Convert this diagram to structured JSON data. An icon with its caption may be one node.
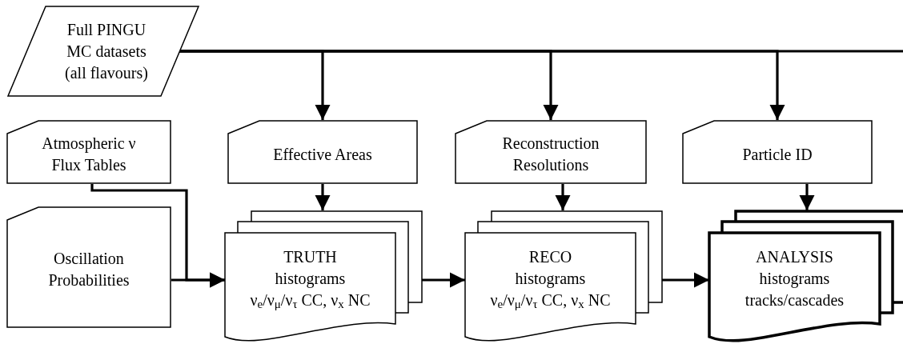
{
  "diagram": {
    "nodes": [
      {
        "text": [
          "Full PINGU MC datasets (all flavours)"
        ]
      },
      {
        "text": [
          "Atmospheric ν Flux Tables"
        ]
      },
      {
        "text": [
          "Effective Areas"
        ]
      },
      {
        "text": [
          "Reconstruction Resolutions"
        ]
      },
      {
        "text": [
          "Particle ID"
        ]
      },
      {
        "text": [
          "Oscillation Probabilities"
        ]
      },
      {
        "text": [
          "TRUTH histograms",
          "ν$_{e}$/ν$_{μ}$/ν$_{τ}$ CC, ν$_{x}$ NC"
        ]
      },
      {
        "text": [
          "RECO histograms",
          "ν$_{e}$/ν$_{μ}$/ν$_{τ}$ CC, ν$_{x}$ NC"
        ]
      },
      {
        "text": [
          "ANALYSIS histograms",
          "tracks/cascades"
        ]
      }
    ],
    "edges": [
      {
        "from": 0,
        "to": 2,
        "arrow": "to"
      },
      {
        "from": 0,
        "to": 3,
        "arrow": "to"
      },
      {
        "from": 0,
        "to": 4,
        "arrow": "to"
      },
      {
        "from": 0,
        "to": null,
        "arrow": "none"
      },
      {
        "from": 2,
        "to": 6,
        "arrow": "to"
      },
      {
        "from": 3,
        "to": 7,
        "arrow": "to"
      },
      {
        "from": 4,
        "to": 8,
        "arrow": "to"
      },
      {
        "from": 1,
        "to": 6,
        "arrow": "to"
      },
      {
        "from": 5,
        "to": 6,
        "arrow": "to"
      },
      {
        "from": 6,
        "to": 7,
        "arrow": "to"
      },
      {
        "from": 7,
        "to": 8,
        "arrow": "to"
      }
    ]
  }
}
